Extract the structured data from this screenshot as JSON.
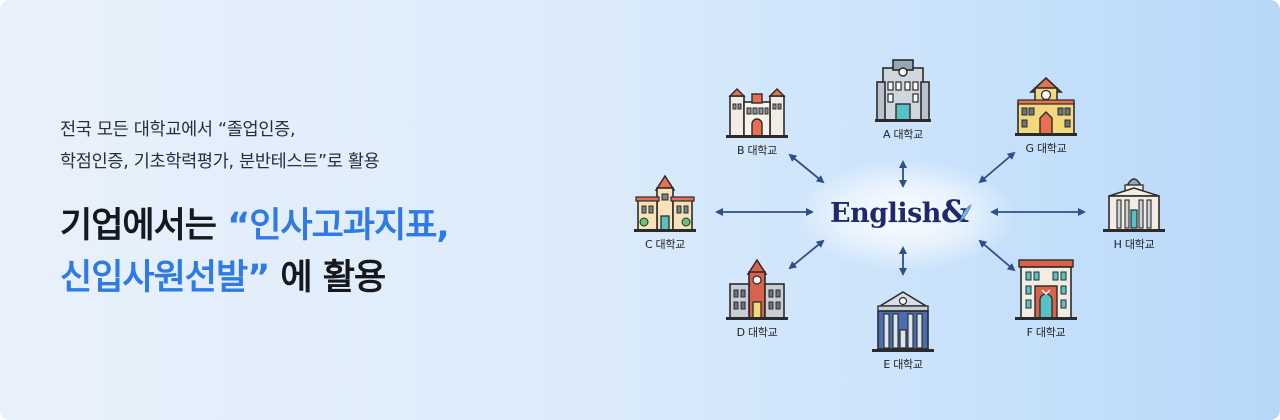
{
  "subtitle": {
    "line1": "전국 모든 대학교에서 “졸업인증,",
    "line2": "학점인증, 기초학력평가, 분반테스트”로 활용"
  },
  "headline": {
    "line1_plain": "기업에서는 ",
    "line1_highlight": "“인사고과지표,",
    "line2_highlight": "신입사원선발”",
    "line2_plain": " 에 활용"
  },
  "logo": {
    "text": "English",
    "amp": "&"
  },
  "universities": {
    "a": "A 대학교",
    "b": "B 대학교",
    "c": "C 대학교",
    "d": "D 대학교",
    "e": "E 대학교",
    "f": "F 대학교",
    "g": "G 대학교",
    "h": "H 대학교"
  },
  "colors": {
    "highlight": "#2f7ae5",
    "arrow": "#2f4f88",
    "logo": "#1f2a6b"
  }
}
